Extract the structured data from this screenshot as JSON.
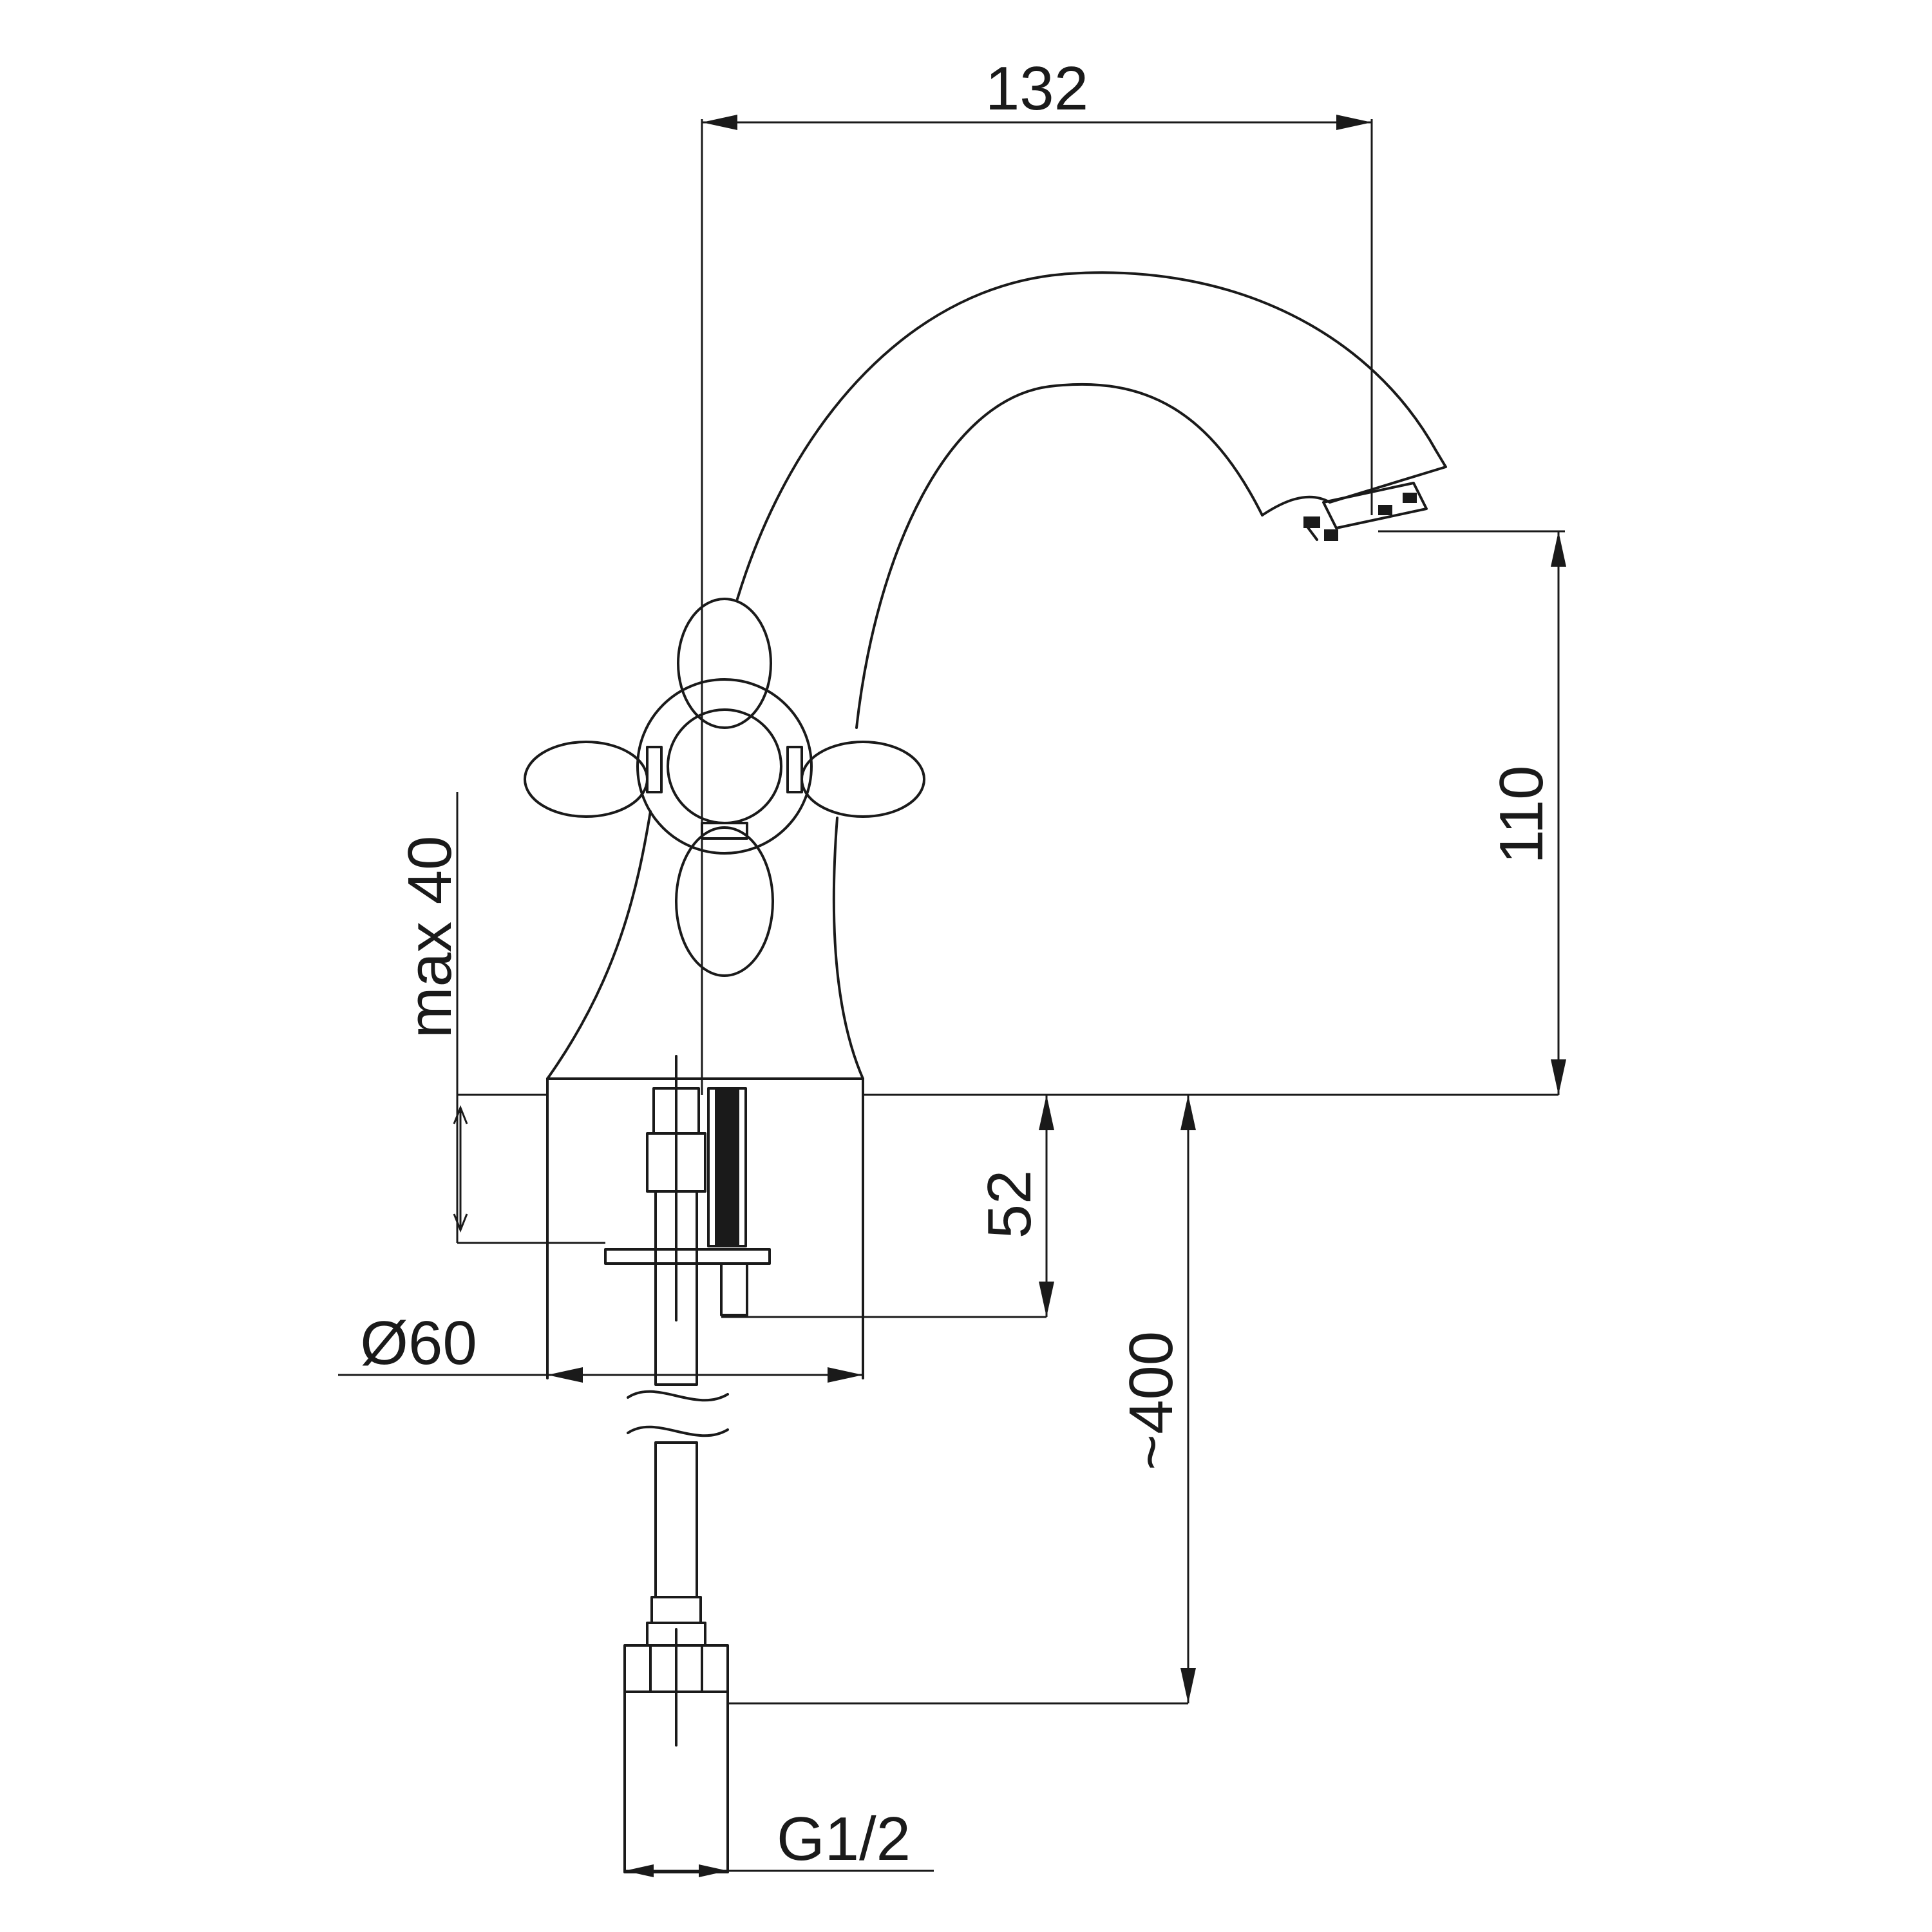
{
  "dimensions": {
    "width": "132",
    "height": "110",
    "max_thickness": "max 40",
    "body": "52",
    "hose_length": "~400",
    "base_diameter": "Ø60",
    "connection": "G1/2"
  },
  "colors": {
    "line": "#1a1a1a",
    "background": "#ffffff"
  }
}
